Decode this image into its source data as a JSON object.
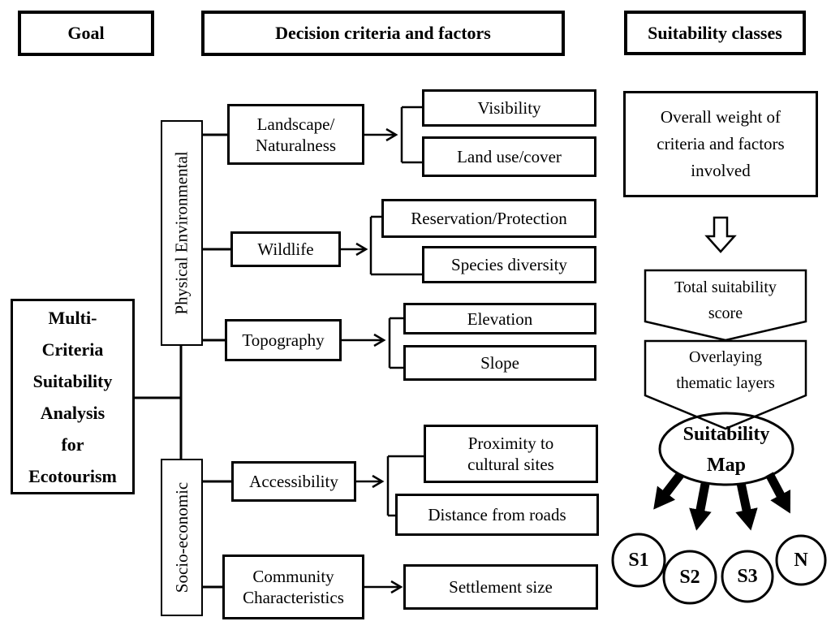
{
  "headers": {
    "goal": "Goal",
    "decision": "Decision criteria and factors",
    "suitability": "Suitability classes"
  },
  "goal": {
    "text": "Multi-\nCriteria\nSuitability\nAnalysis\nfor\nEcotourism"
  },
  "categories": {
    "physical": "Physical Environmental",
    "socio": "Socio-economic"
  },
  "criteria": {
    "landscape": "Landscape/\nNaturalness",
    "wildlife": "Wildlife",
    "topography": "Topography",
    "accessibility": "Accessibility",
    "community": "Community\nCharacteristics"
  },
  "factors": {
    "visibility": "Visibility",
    "landuse": "Land use/cover",
    "reservation": "Reservation/Protection",
    "species": "Species diversity",
    "elevation": "Elevation",
    "slope": "Slope",
    "proximity": "Proximity to\ncultural sites",
    "distance": "Distance from roads",
    "settlement": "Settlement size"
  },
  "flow": {
    "overall": "Overall weight of\ncriteria and factors\ninvolved",
    "total": "Total suitability\nscore",
    "overlay": "Overlaying\nthematic layers",
    "map": "Suitability\nMap"
  },
  "classes": [
    "S1",
    "S2",
    "S3",
    "N"
  ],
  "colors": {
    "ink": "#000000",
    "background": "#ffffff"
  }
}
